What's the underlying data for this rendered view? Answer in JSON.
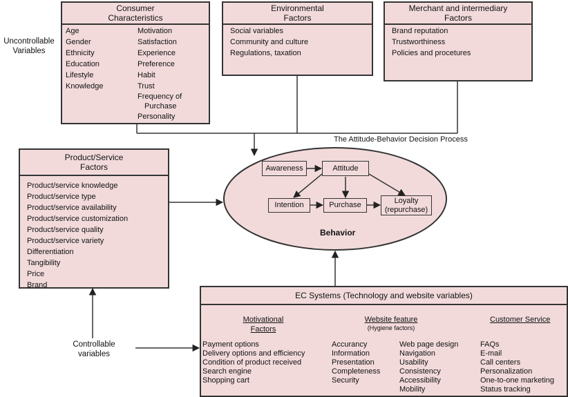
{
  "uncontrollable_label": [
    "Uncontrollable",
    "Variables"
  ],
  "controllable_label": [
    "Controllable",
    "variables"
  ],
  "process_title": "The Attitude-Behavior Decision Process",
  "consumer": {
    "title": [
      "Consumer",
      "Characteristics"
    ],
    "col1": [
      "Age",
      "Gender",
      "Ethnicity",
      "Education",
      "Lifestyle",
      "Knowledge"
    ],
    "col2": [
      "Motivation",
      "Satisfaction",
      "Experience",
      "Preference",
      "Habit",
      "Trust",
      "Frequency of",
      "Purchase",
      "Personality"
    ]
  },
  "environmental": {
    "title": [
      "Environmental",
      "Factors"
    ],
    "items": [
      "Social variables",
      "Community and culture",
      "Regulations, taxation"
    ]
  },
  "merchant": {
    "title": [
      "Merchant and intermediary",
      "Factors"
    ],
    "items": [
      "Brand reputation",
      "Trustworthiness",
      "Policies and procetures"
    ]
  },
  "product": {
    "title": [
      "Product/Service",
      "Factors"
    ],
    "items": [
      "Product/service knowledge",
      "Product/service type",
      "Product/service availability",
      "Product/service customization",
      "Product/service quality",
      "Product/service variety",
      "Differentiation",
      "Tangibility",
      "Price",
      "Brand"
    ]
  },
  "behavior": {
    "label": "Behavior",
    "awareness": "Awareness",
    "attitude": "Attitude",
    "intention": "Intention",
    "purchase": "Purchase",
    "loyalty": [
      "Loyalty",
      "(repurchase)"
    ]
  },
  "ec": {
    "title": "EC Systems (Technology and website variables)",
    "motivational_heading": [
      "Motivational",
      "Factors"
    ],
    "website_heading": "Website feature",
    "website_subheading": "(Hygiene factors)",
    "customer_heading": "Customer Service",
    "motivational_items": [
      "Payment options",
      "Delivery options and efficiency",
      "Condition of product received",
      "Search engine",
      "Shopping cart"
    ],
    "website_col1": [
      "Accurancy",
      "Information",
      "Presentation",
      "Completeness",
      "Security"
    ],
    "website_col2": [
      "Web page design",
      "Navigation",
      "Usability",
      "Consistency",
      "Accessibility",
      "Mobility"
    ],
    "customer_items": [
      "FAQs",
      "E-mail",
      "Call centers",
      "Personalization",
      "One-to-one marketing",
      "Status tracking"
    ]
  },
  "colors": {
    "box_fill": "#f2dadb",
    "stroke": "#333333"
  }
}
